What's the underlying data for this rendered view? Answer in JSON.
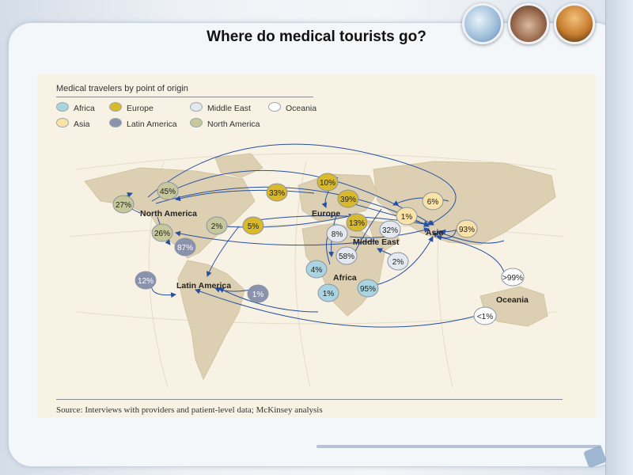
{
  "slide": {
    "title": "Where do medical tourists go?"
  },
  "figure": {
    "legend_title": "Medical travelers by point of origin",
    "legend": [
      {
        "label": "Africa",
        "color": "#a9d4e0"
      },
      {
        "label": "Europe",
        "color": "#d8b92c"
      },
      {
        "label": "Middle East",
        "color": "#e4e8ef"
      },
      {
        "label": "Oceania",
        "color": "#ffffff"
      },
      {
        "label": "Asia",
        "color": "#fbe2a6"
      },
      {
        "label": "Latin America",
        "color": "#8a92ad"
      },
      {
        "label": "North America",
        "color": "#c6c79a"
      }
    ],
    "regions": [
      {
        "id": "north-america",
        "label": "North America"
      },
      {
        "id": "europe",
        "label": "Europe"
      },
      {
        "id": "middle-east",
        "label": "Middle East"
      },
      {
        "id": "asia",
        "label": "Asia"
      },
      {
        "id": "africa",
        "label": "Africa"
      },
      {
        "id": "latin-america",
        "label": "Latin America"
      },
      {
        "id": "oceania",
        "label": "Oceania"
      }
    ],
    "flows": [
      {
        "value": "45%",
        "origin": "North America"
      },
      {
        "value": "27%",
        "origin": "North America"
      },
      {
        "value": "26%",
        "origin": "North America"
      },
      {
        "value": "2%",
        "origin": "North America"
      },
      {
        "value": "87%",
        "origin": "Latin America"
      },
      {
        "value": "12%",
        "origin": "Latin America"
      },
      {
        "value": "1%",
        "origin": "Latin America"
      },
      {
        "value": "33%",
        "origin": "Europe"
      },
      {
        "value": "5%",
        "origin": "Europe"
      },
      {
        "value": "10%",
        "origin": "Europe"
      },
      {
        "value": "39%",
        "origin": "Europe"
      },
      {
        "value": "13%",
        "origin": "Europe"
      },
      {
        "value": "8%",
        "origin": "Middle East"
      },
      {
        "value": "32%",
        "origin": "Middle East"
      },
      {
        "value": "58%",
        "origin": "Middle East"
      },
      {
        "value": "2%",
        "origin": "Middle East"
      },
      {
        "value": "1%",
        "origin": "Asia"
      },
      {
        "value": "6%",
        "origin": "Asia"
      },
      {
        "value": "93%",
        "origin": "Asia"
      },
      {
        "value": "4%",
        "origin": "Africa"
      },
      {
        "value": "1%",
        "origin": "Africa"
      },
      {
        "value": "95%",
        "origin": "Africa"
      },
      {
        "value": ">99%",
        "origin": "Oceania"
      },
      {
        "value": "<1%",
        "origin": "Oceania"
      }
    ],
    "source": "Source: Interviews with providers and patient-level data; McKinsey analysis"
  }
}
